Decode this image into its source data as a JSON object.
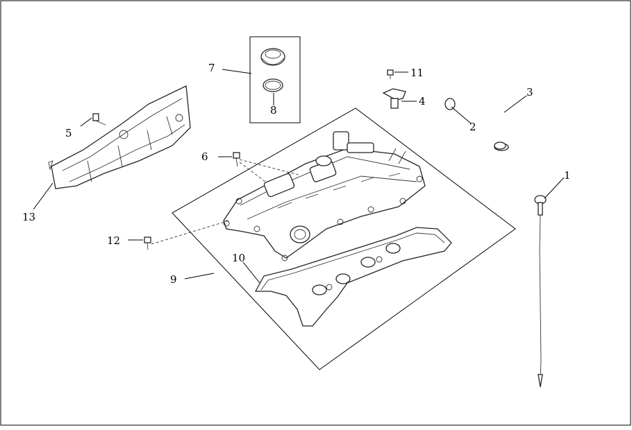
{
  "diagram": {
    "callouts": [
      {
        "id": "c1",
        "label": "1"
      },
      {
        "id": "c2",
        "label": "2"
      },
      {
        "id": "c3",
        "label": "3"
      },
      {
        "id": "c4",
        "label": "4"
      },
      {
        "id": "c5",
        "label": "5"
      },
      {
        "id": "c6",
        "label": "6"
      },
      {
        "id": "c7",
        "label": "7"
      },
      {
        "id": "c8",
        "label": "8"
      },
      {
        "id": "c9",
        "label": "9"
      },
      {
        "id": "c10",
        "label": "10"
      },
      {
        "id": "c11",
        "label": "11"
      },
      {
        "id": "c12",
        "label": "12"
      },
      {
        "id": "c13",
        "label": "13"
      }
    ],
    "colors": {
      "line": "#000000",
      "background": "#ffffff"
    }
  }
}
